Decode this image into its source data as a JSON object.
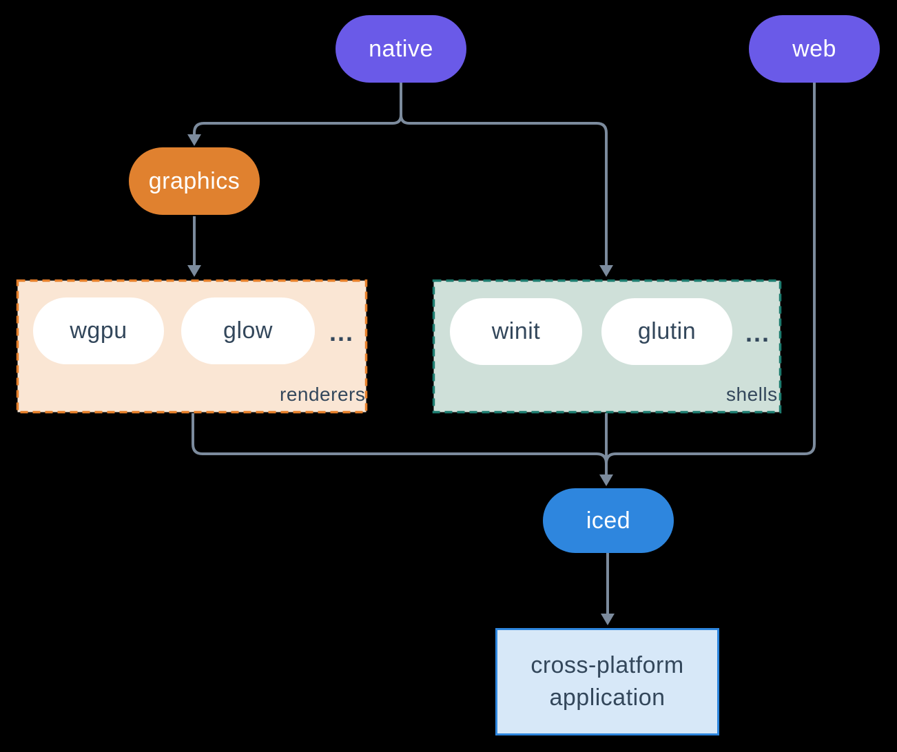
{
  "colors": {
    "background": "#000000",
    "connector": "#7C8B9D",
    "node_purple": "#6A5AE8",
    "node_orange": "#E0812F",
    "node_blue": "#2E86DE",
    "pill_white": "#FFFFFF",
    "text_dark": "#33475B",
    "text_light": "#FFFFFF",
    "renderers_bg": "#FAE6D4",
    "renderers_border": "#E6802B",
    "shells_bg": "#CFE0D9",
    "shells_border": "#1E7D70",
    "app_bg": "#D7E8F8",
    "app_border": "#2E86DE"
  },
  "nodes": {
    "native": {
      "label": "native"
    },
    "web": {
      "label": "web"
    },
    "graphics": {
      "label": "graphics"
    },
    "iced": {
      "label": "iced"
    },
    "app": {
      "line1": "cross-platform",
      "line2": "application"
    }
  },
  "groups": {
    "renderers": {
      "label": "renderers",
      "ellipsis": "...",
      "items": [
        "wgpu",
        "glow"
      ]
    },
    "shells": {
      "label": "shells",
      "ellipsis": "...",
      "items": [
        "winit",
        "glutin"
      ]
    }
  }
}
